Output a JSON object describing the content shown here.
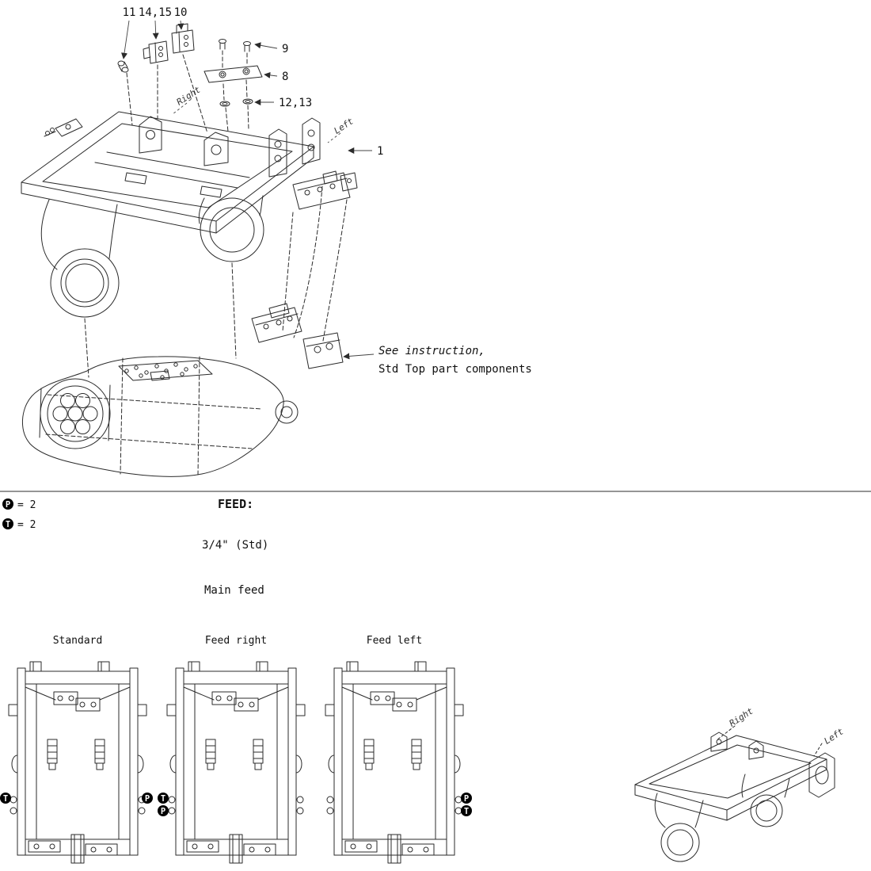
{
  "exploded_view": {
    "callouts": [
      "11",
      "14,15",
      "10",
      "9",
      "8",
      "12,13",
      "1"
    ],
    "orientation": {
      "right": "Right",
      "left": "Left"
    },
    "note_line1": "See instruction,",
    "note_line2": "Std Top part components"
  },
  "legend": [
    {
      "symbol": "P",
      "value": "= 2"
    },
    {
      "symbol": "T",
      "value": "= 2"
    }
  ],
  "feed": {
    "heading": "FEED:",
    "size": "3/4\" (Std)",
    "type": "Main feed"
  },
  "views": [
    {
      "label": "Standard"
    },
    {
      "label": "Feed right"
    },
    {
      "label": "Feed left"
    }
  ],
  "ports": {
    "standard": [
      "T",
      "P"
    ],
    "feed_right": [
      "T",
      "P"
    ],
    "feed_left": [
      "P",
      "T"
    ]
  },
  "small_iso": {
    "right": "Right",
    "left": "Left"
  }
}
